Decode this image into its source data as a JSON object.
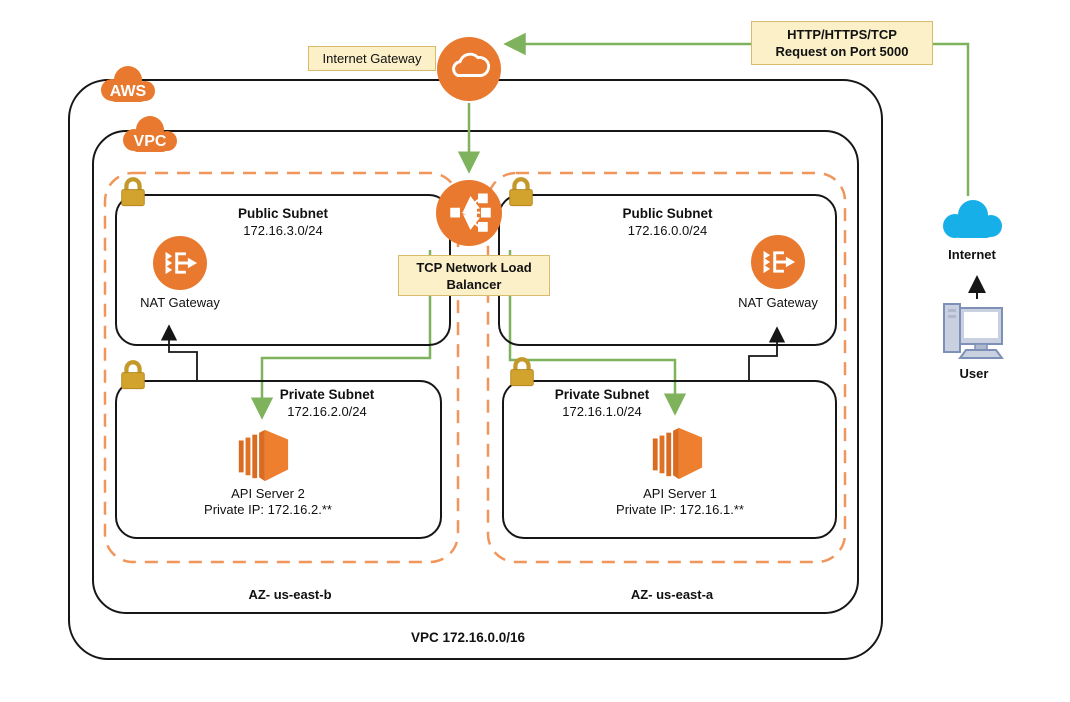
{
  "badges": {
    "aws": "AWS",
    "vpc": "VPC"
  },
  "labels": {
    "internet_gateway": "Internet Gateway",
    "http_request_line1": "HTTP/HTTPS/TCP",
    "http_request_line2": "Request on Port 5000",
    "lb_line1": "TCP Network Load",
    "lb_line2": "Balancer",
    "nat_gateway": "NAT Gateway",
    "internet": "Internet",
    "user": "User",
    "az_left": "AZ- us-east-b",
    "az_right": "AZ- us-east-a",
    "vpc_footer": "VPC 172.16.0.0/16"
  },
  "subnets": {
    "public_left": {
      "title": "Public Subnet",
      "cidr": "172.16.3.0/24"
    },
    "public_right": {
      "title": "Public Subnet",
      "cidr": "172.16.0.0/24"
    },
    "private_left": {
      "title": "Private Subnet",
      "cidr": "172.16.2.0/24"
    },
    "private_right": {
      "title": "Private Subnet",
      "cidr": "172.16.1.0/24"
    }
  },
  "servers": {
    "left": {
      "name": "API Server 2",
      "ip": "Private IP: 172.16.2.**"
    },
    "right": {
      "name": "API Server 1",
      "ip": "Private IP: 172.16.1.**"
    }
  },
  "colors": {
    "aws_orange": "#E8792E",
    "az_dash_orange": "#F0965A",
    "arrow_green": "#7FB25D",
    "label_yellow_bg": "#FCF0C8",
    "label_yellow_border": "#D8BC6B",
    "lock_gold": "#D2A42E",
    "internet_blue": "#17AFE8",
    "computer_gray": "#C9D0DF"
  }
}
